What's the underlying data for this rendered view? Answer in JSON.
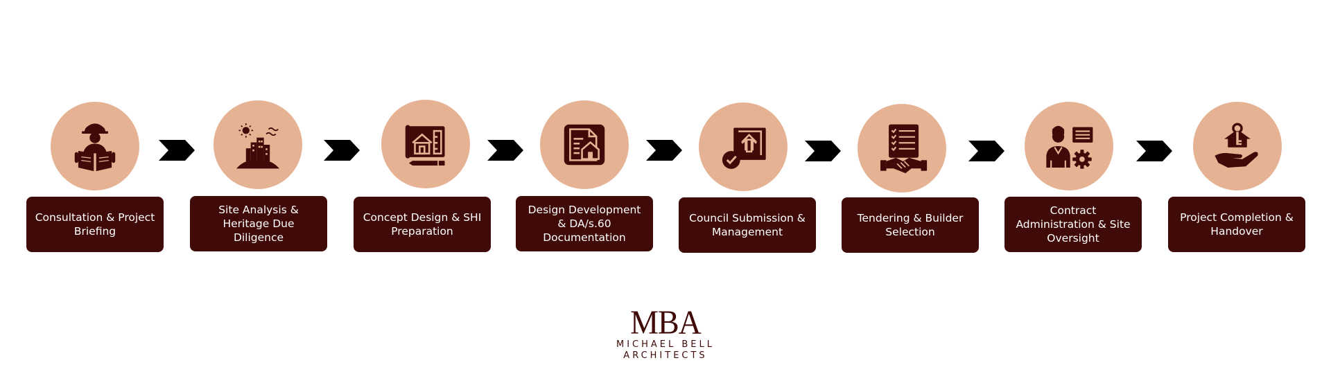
{
  "colors": {
    "circle_fill": "#e5b294",
    "label_fill": "#3f0a07",
    "icon_color": "#3f0a07",
    "chevron_color": "#000000",
    "label_text": "#ffffff"
  },
  "steps": [
    {
      "label": "Consultation & Project Briefing",
      "icon": "construction-worker-blueprint-icon"
    },
    {
      "label": "Site Analysis & Heritage Due Diligence",
      "icon": "city-site-sun-icon"
    },
    {
      "label": "Concept Design & SHI Preparation",
      "icon": "house-blueprint-pencil-icon"
    },
    {
      "label": "Design Development & DA/s.60 Documentation",
      "icon": "house-document-icon"
    },
    {
      "label": "Council Submission & Management",
      "icon": "upload-approval-check-icon"
    },
    {
      "label": "Tendering & Builder Selection",
      "icon": "checklist-handshake-icon"
    },
    {
      "label": "Contract Administration & Site Oversight",
      "icon": "manager-gear-board-icon"
    },
    {
      "label": "Project Completion & Handover",
      "icon": "house-key-hand-icon"
    }
  ],
  "logo": {
    "mark": "MBA",
    "line1": "MICHAEL BELL",
    "line2": "ARCHITECTS"
  }
}
